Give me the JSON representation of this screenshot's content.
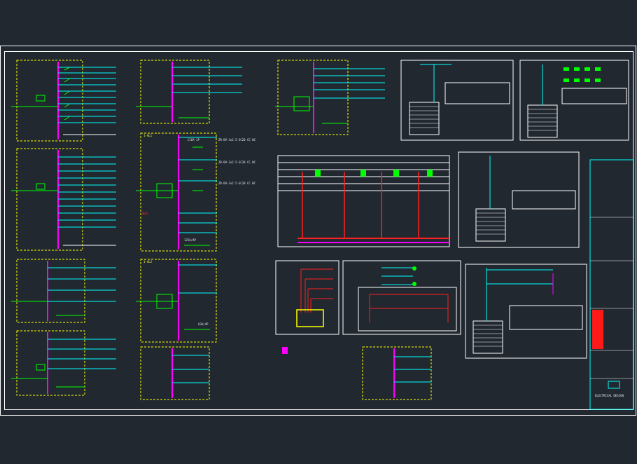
{
  "drawing": {
    "background": "#212830",
    "colors": {
      "frame": "#ffffff",
      "panel_border": "#ffff00",
      "busbar": "#ff00ff",
      "feeder": "#00ffff",
      "breaker": "#00ff00",
      "riser": "#ff2020",
      "legend_fill": "#ff1a1a"
    }
  },
  "schedule_labels": {
    "incomer_rating": "125A/4P",
    "sub_rating": "63A/4P",
    "feeder_rating": "C16A 1P",
    "panel_tag_1": "1-AL1",
    "panel_tag_2": "1-AL2",
    "reserve_text": "备用 ",
    "cable_1": "ZR-BV-3x2.5-SC20 CC WC",
    "cable_2": "ZR-BV-3x2.5-SC20 CC WC",
    "cable_3": "ZR-BV-3x2.5-SC20 CC WC"
  },
  "title_block": {
    "seal_text": "ELECTRICAL DESIGN"
  }
}
